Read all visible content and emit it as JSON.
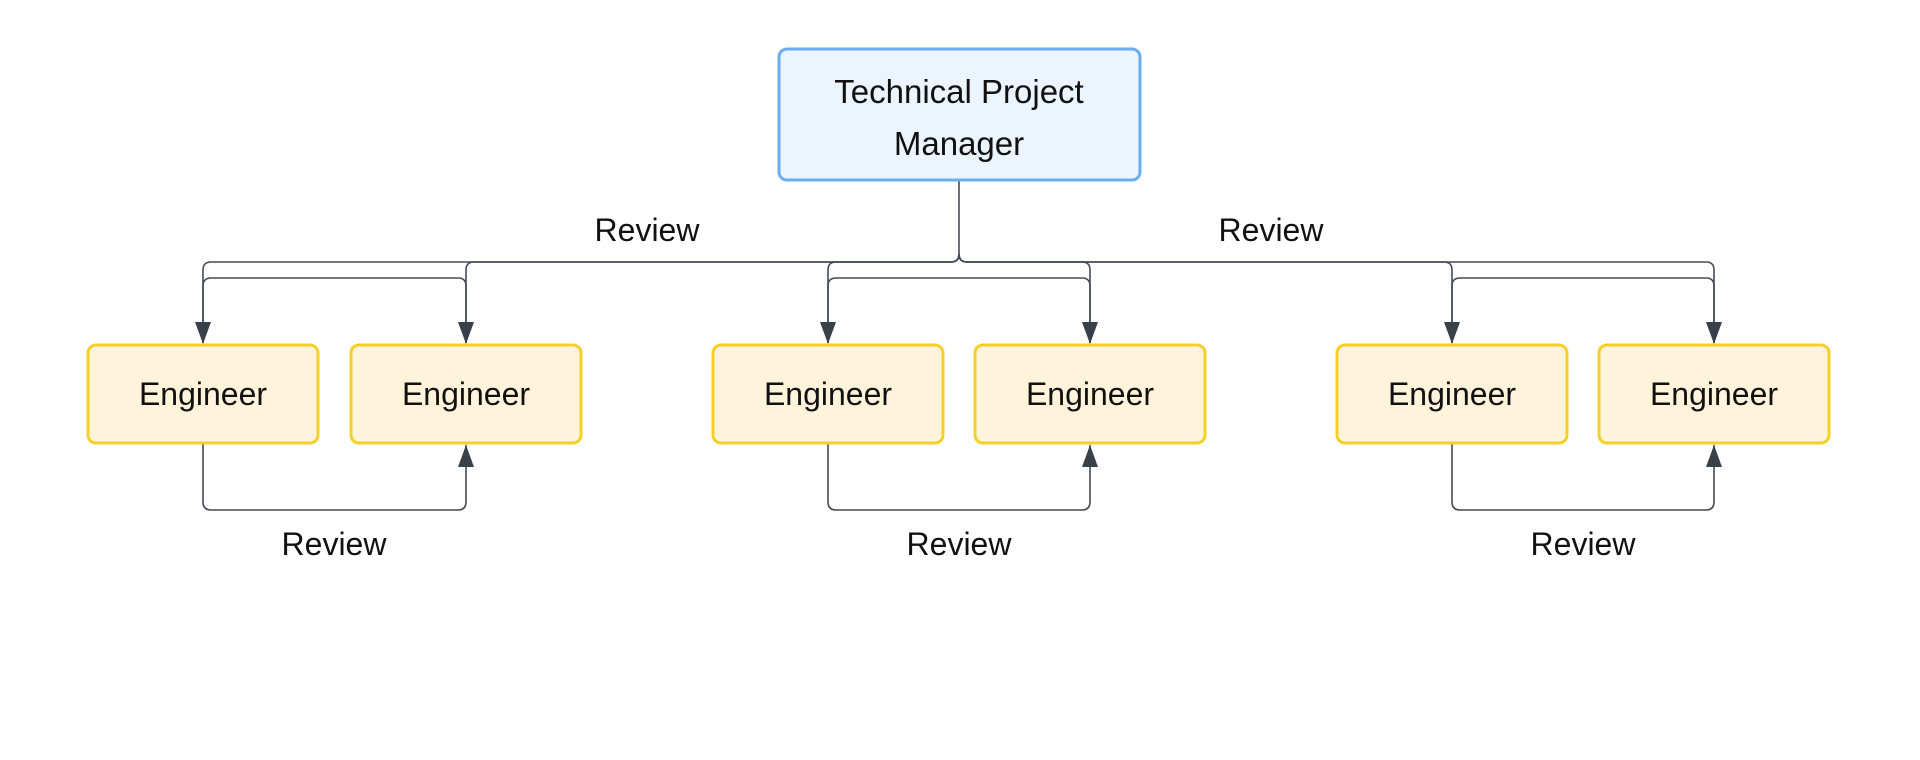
{
  "diagram": {
    "manager": {
      "line1": "Technical Project",
      "line2": "Manager"
    },
    "engineers": [
      "Engineer",
      "Engineer",
      "Engineer",
      "Engineer",
      "Engineer",
      "Engineer"
    ],
    "top_labels": [
      "Review",
      "Review"
    ],
    "bottom_labels": [
      "Review",
      "Review",
      "Review"
    ]
  },
  "colors": {
    "manager_fill": "#ebf4ff",
    "manager_border": "#6aaef0",
    "engineer_fill": "#fff3dc",
    "engineer_border": "#f5cf2a",
    "edge": "#454b55"
  }
}
